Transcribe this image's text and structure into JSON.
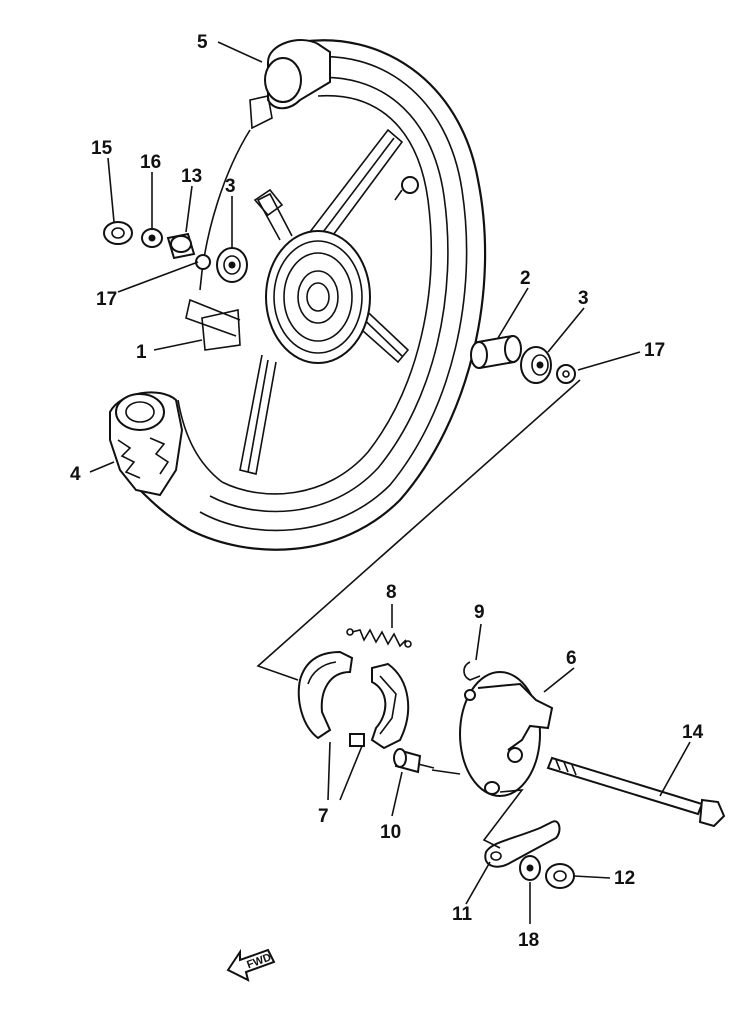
{
  "labels": {
    "l1": "1",
    "l2": "2",
    "l3a": "3",
    "l3b": "3",
    "l4": "4",
    "l5": "5",
    "l6": "6",
    "l7": "7",
    "l8": "8",
    "l9": "9",
    "l10": "10",
    "l11": "11",
    "l12": "12",
    "l13": "13",
    "l14": "14",
    "l15": "15",
    "l16": "16",
    "l17a": "17",
    "l17b": "17",
    "l18": "18"
  },
  "fwd_label": "FWD"
}
